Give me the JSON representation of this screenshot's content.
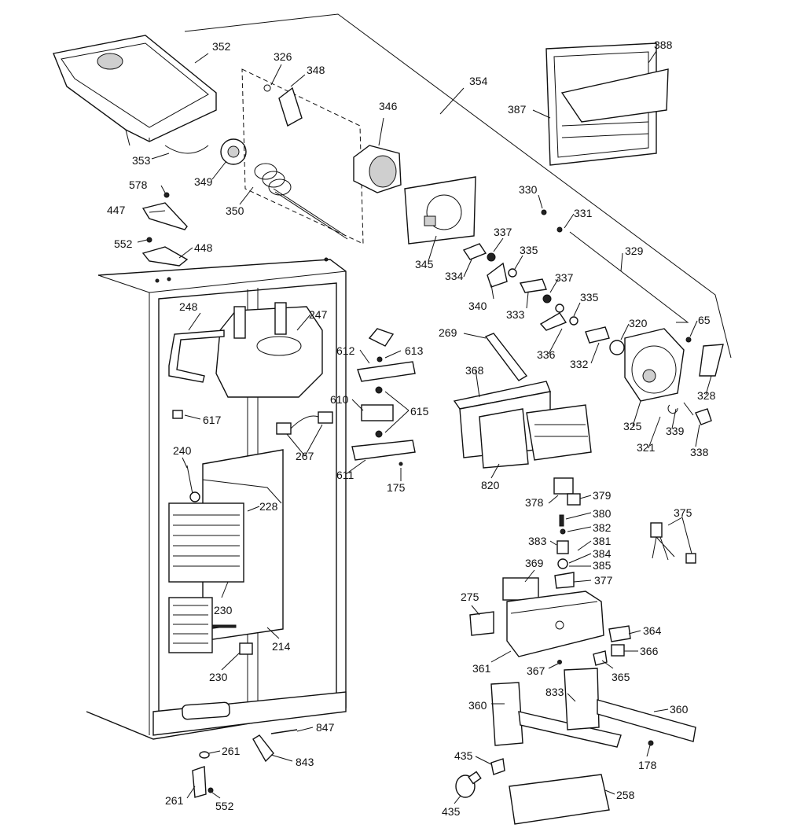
{
  "diagram": {
    "part_numbers": {
      "p352": "352",
      "p326": "326",
      "p348": "348",
      "p354": "354",
      "p388": "388",
      "p346": "346",
      "p387": "387",
      "p353": "353",
      "p349": "349",
      "p578": "578",
      "p350": "350",
      "p447": "447",
      "p552a": "552",
      "p448": "448",
      "p330": "330",
      "p331": "331",
      "p337a": "337",
      "p345": "345",
      "p334": "334",
      "p335a": "335",
      "p329": "329",
      "p340": "340",
      "p337b": "337",
      "p333": "333",
      "p335b": "335",
      "p248": "248",
      "p247": "247",
      "p269": "269",
      "p320": "320",
      "p65": "65",
      "p612": "612",
      "p613": "613",
      "p336": "336",
      "p332": "332",
      "p368": "368",
      "p328": "328",
      "p610": "610",
      "p615": "615",
      "p617": "617",
      "p325": "325",
      "p339": "339",
      "p267": "267",
      "p321": "321",
      "p338": "338",
      "p240": "240",
      "p820": "820",
      "p611": "611",
      "p175": "175",
      "p228": "228",
      "p379": "379",
      "p378": "378",
      "p375": "375",
      "p380": "380",
      "p382": "382",
      "p381": "381",
      "p383": "383",
      "p384": "384",
      "p385": "385",
      "p369": "369",
      "p377": "377",
      "p230a": "230",
      "p275": "275",
      "p214": "214",
      "p364": "364",
      "p366": "366",
      "p361": "361",
      "p367": "367",
      "p365": "365",
      "p230b": "230",
      "p833": "833",
      "p360a": "360",
      "p360b": "360",
      "p847": "847",
      "p261a": "261",
      "p843": "843",
      "p178": "178",
      "p435a": "435",
      "p261b": "261",
      "p552b": "552",
      "p258": "258",
      "p435b": "435"
    }
  }
}
